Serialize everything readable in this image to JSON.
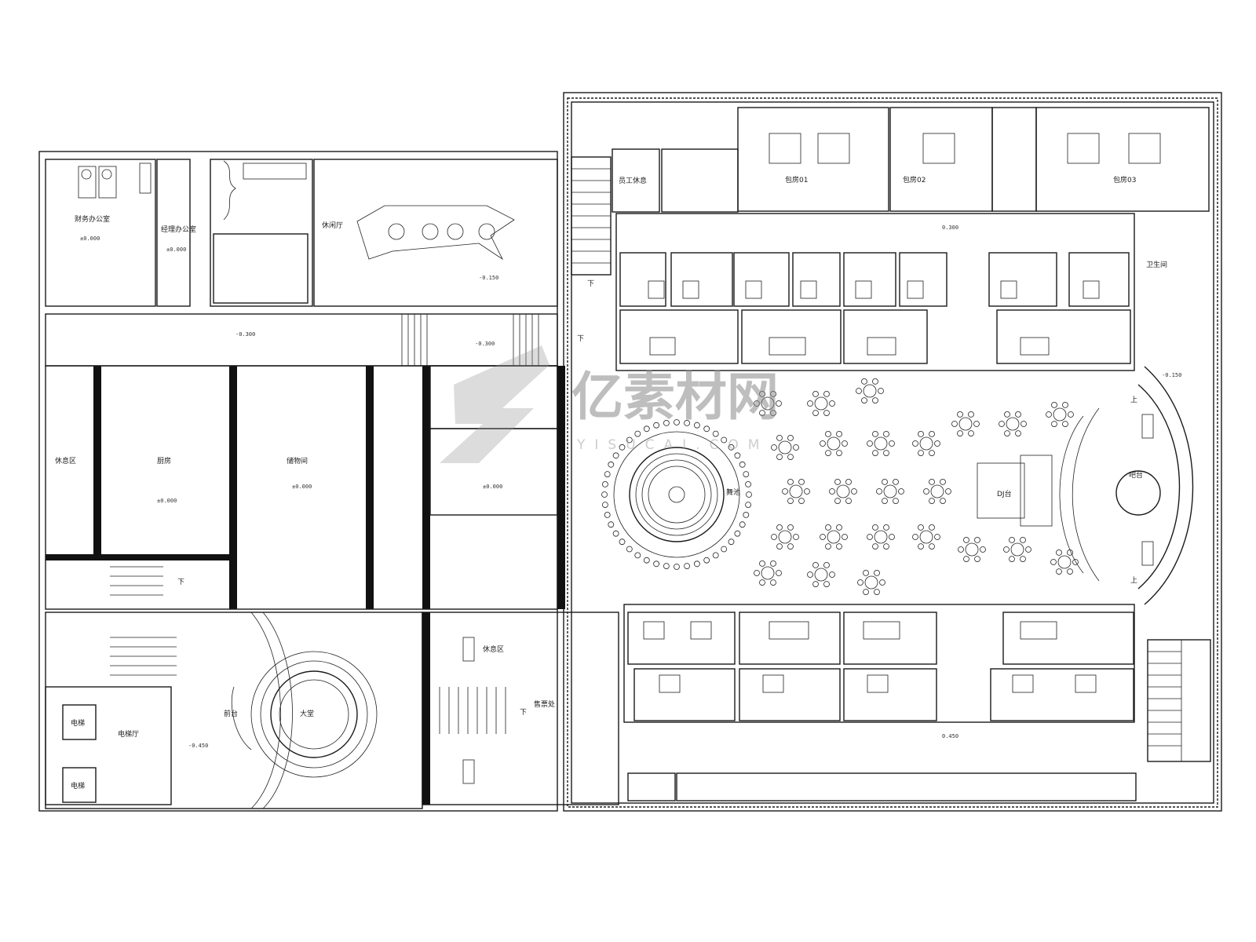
{
  "drawing": {
    "rooms": [
      {
        "id": "vip-room-1",
        "label": "包房01"
      },
      {
        "id": "vip-room-2",
        "label": "包房02"
      },
      {
        "id": "vip-room-3",
        "label": "包房03"
      },
      {
        "id": "staff-room",
        "label": "员工休息"
      },
      {
        "id": "toilet",
        "label": "卫生间"
      },
      {
        "id": "office",
        "label": "财务办公室"
      },
      {
        "id": "manager",
        "label": "经理办公室"
      },
      {
        "id": "leisure",
        "label": "休闲厅"
      },
      {
        "id": "kitchen",
        "label": "厨房"
      },
      {
        "id": "storage",
        "label": "储物间"
      },
      {
        "id": "hall-left",
        "label": "休息区"
      },
      {
        "id": "elevator-hall",
        "label": "电梯厅"
      },
      {
        "id": "lift-1",
        "label": "电梯"
      },
      {
        "id": "lift-2",
        "label": "电梯"
      },
      {
        "id": "lobby",
        "label": "大堂"
      },
      {
        "id": "reception",
        "label": "前台"
      },
      {
        "id": "lounge",
        "label": "休息区"
      },
      {
        "id": "main-stage",
        "label": "舞池"
      },
      {
        "id": "bar",
        "label": "吧台"
      },
      {
        "id": "dj",
        "label": "DJ台"
      },
      {
        "id": "ticket",
        "label": "售票处"
      }
    ],
    "elevations": [
      "±0.000",
      "-0.300",
      "-0.150",
      "0.300",
      "0.450",
      "-0.450"
    ],
    "stair_marks": [
      "下",
      "上"
    ]
  },
  "watermark": {
    "title": "亿素材网",
    "subtitle": "YISUCAI.COM"
  }
}
